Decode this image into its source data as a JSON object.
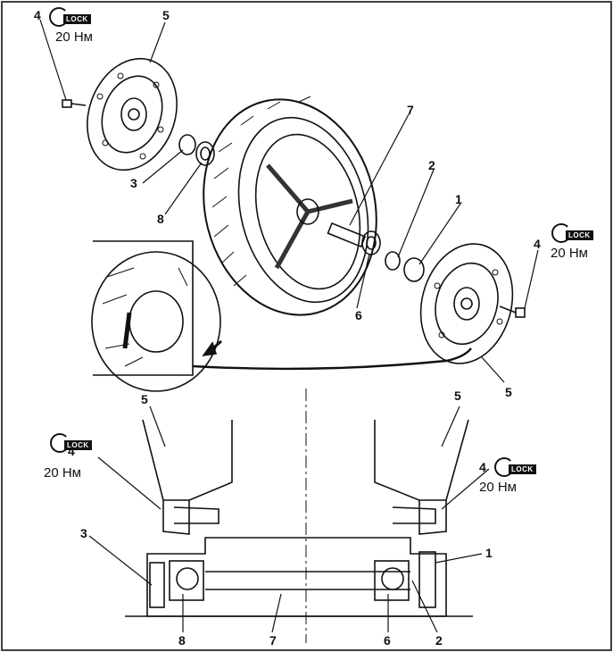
{
  "lock": {
    "label": "LOCK",
    "icon": "lock-icon"
  },
  "torque": {
    "value": "20 Нм"
  },
  "callouts": {
    "c1": "1",
    "c2": "2",
    "c3": "3",
    "c4": "4",
    "c5": "5",
    "c6": "6",
    "c7": "7",
    "c8": "8"
  }
}
